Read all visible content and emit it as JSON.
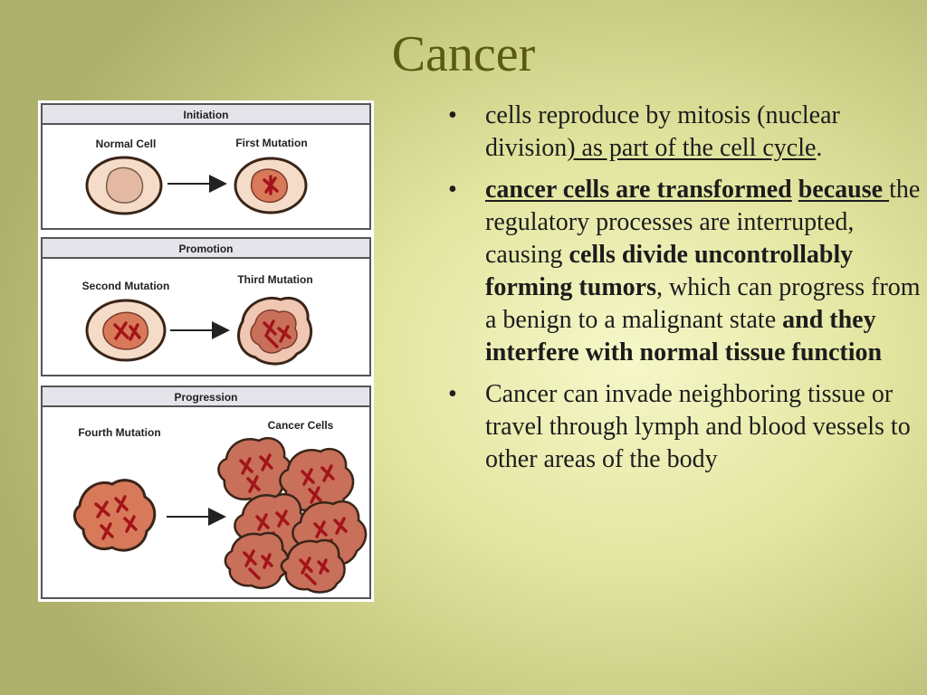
{
  "title": "Cancer",
  "colors": {
    "title": "#5a5a12",
    "text": "#1c1c1c",
    "cell_outer": "#f4dcc8",
    "cell_stroke": "#3a2418",
    "nucleus_normal": "#e3b9a3",
    "nucleus_mutated": "#d87a5a",
    "cancer_body": "#c8705a",
    "chromosome": "#a3141a",
    "panel_header": "#e4e4ea"
  },
  "figure": {
    "panels": [
      {
        "header": "Initiation",
        "left_label": "Normal Cell",
        "right_label": "First Mutation"
      },
      {
        "header": "Promotion",
        "left_label": "Second Mutation",
        "right_label": "Third Mutation"
      },
      {
        "header": "Progression",
        "left_label": "Fourth Mutation",
        "right_label": "Cancer Cells"
      }
    ]
  },
  "bullets": [
    {
      "segments": [
        {
          "text": "cells reproduce by mitosis (nuclear division",
          "style": ""
        },
        {
          "text": ") as part of the cell cycle",
          "style": "u"
        },
        {
          "text": ".",
          "style": ""
        }
      ]
    },
    {
      "segments": [
        {
          "text": "cancer cells are transformed",
          "style": "b u"
        },
        {
          "text": " ",
          "style": ""
        },
        {
          "text": "because ",
          "style": "b u"
        },
        {
          "text": "the regulatory processes are interrupted, causing ",
          "style": ""
        },
        {
          "text": "cells divide uncontrollably forming tumors",
          "style": "b"
        },
        {
          "text": ", which can progress from a benign to a malignant state ",
          "style": ""
        },
        {
          "text": "and they interfere with normal tissue function",
          "style": "b"
        }
      ]
    },
    {
      "segments": [
        {
          "text": "Cancer can invade neighboring tissue or travel through lymph and blood vessels to other areas of the body",
          "style": ""
        }
      ]
    }
  ]
}
